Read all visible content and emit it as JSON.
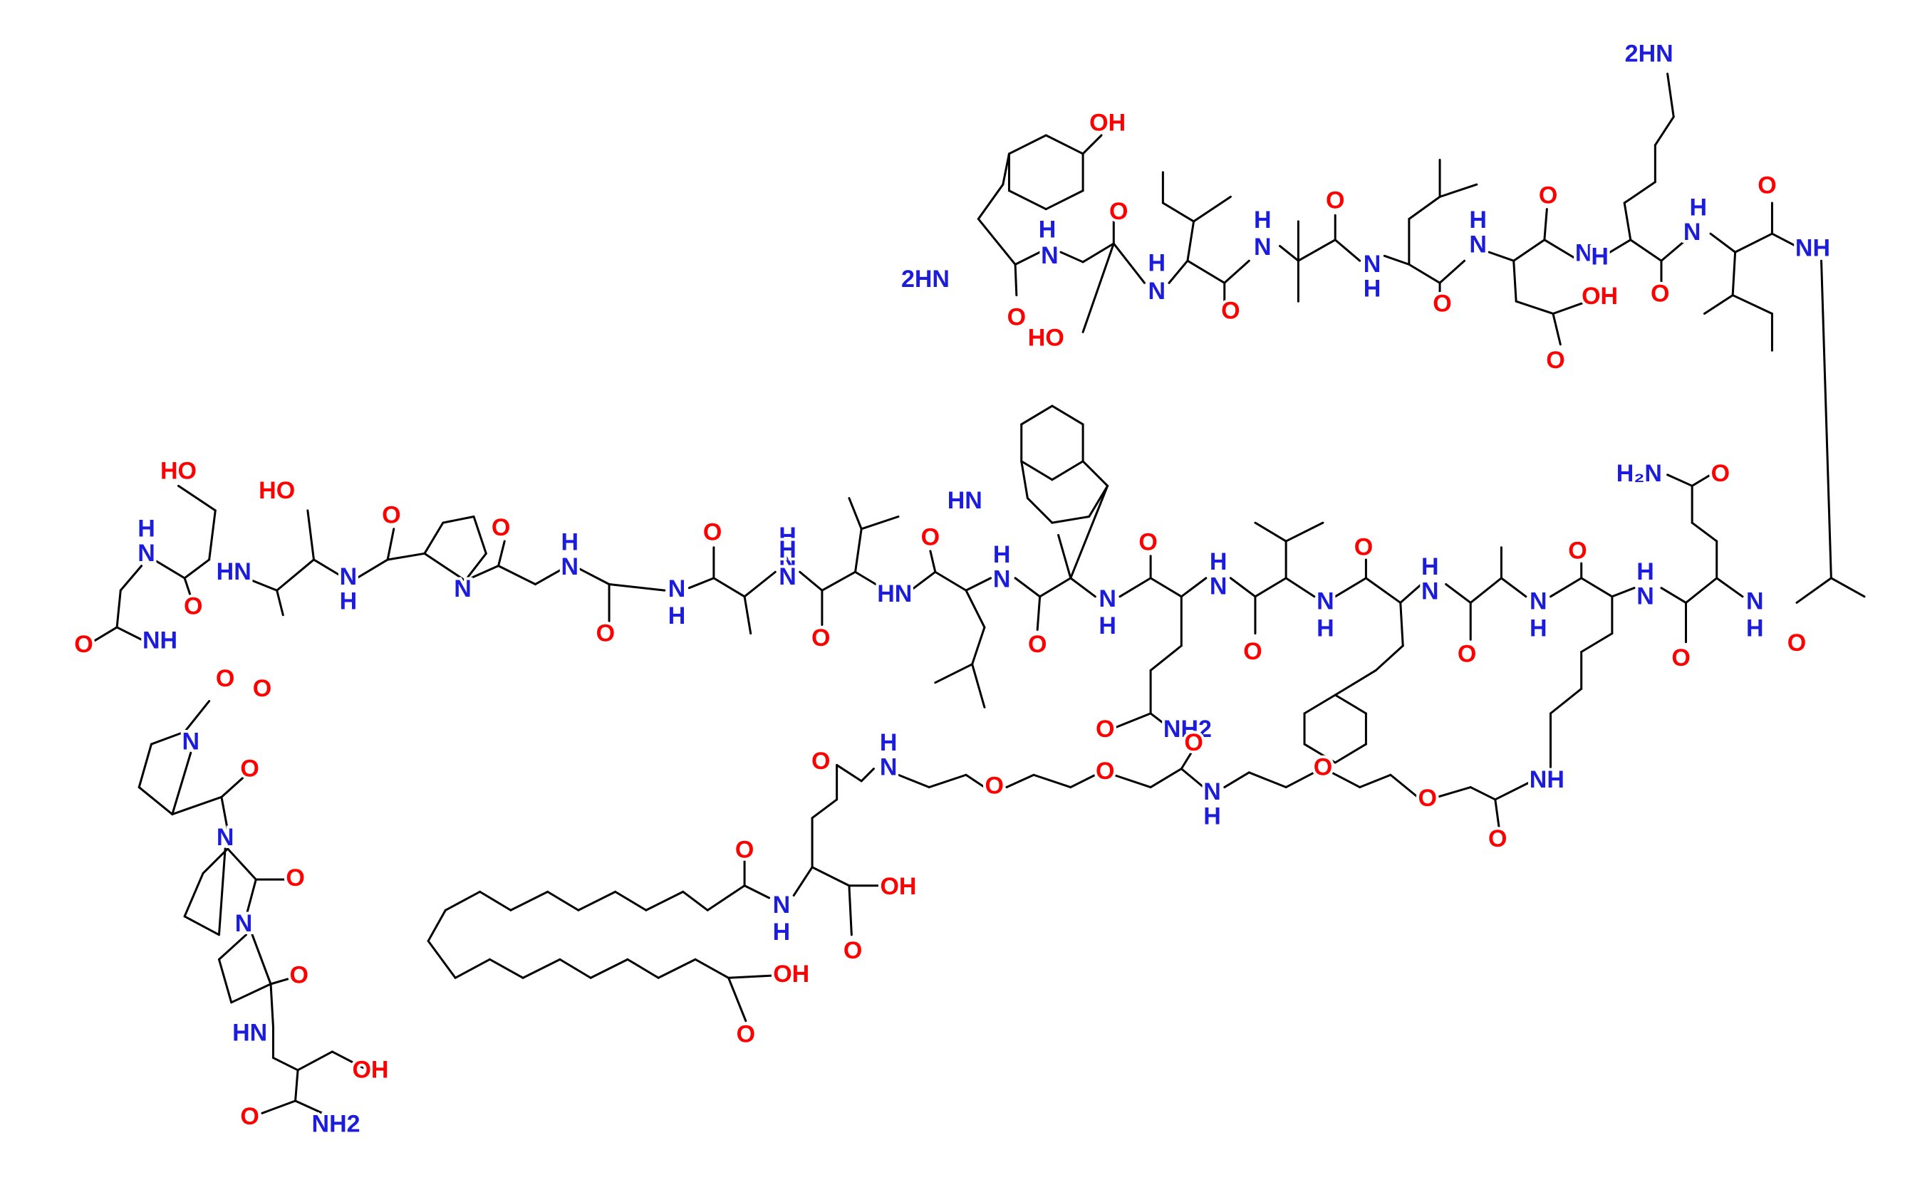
{
  "structure": {
    "colors": {
      "nitrogen": "#1c1cdc",
      "oxygen": "#ff0000",
      "carbon": "#000000"
    },
    "labels": [
      {
        "id": "oh_tyr",
        "text": "OH",
        "el": "O"
      },
      {
        "id": "nh2_lys",
        "text": "2HN",
        "el": "N"
      },
      {
        "id": "nh2_nterm",
        "text": "2HN",
        "el": "N"
      },
      {
        "id": "nh_ser1",
        "text": "H",
        "el": "N"
      },
      {
        "id": "n_ser1",
        "text": "N",
        "el": "N"
      },
      {
        "id": "o_ser1",
        "text": "O",
        "el": "O"
      },
      {
        "id": "ho_ser1",
        "text": "HO",
        "el": "O"
      },
      {
        "id": "o_tyr",
        "text": "O",
        "el": "O"
      },
      {
        "id": "o_ile1",
        "text": "O",
        "el": "O"
      },
      {
        "id": "n_ile1",
        "text": "N",
        "el": "N"
      },
      {
        "id": "h_ile1",
        "text": "H",
        "el": "N"
      },
      {
        "id": "o_ile1b",
        "text": "O",
        "el": "O"
      },
      {
        "id": "h_aib",
        "text": "H",
        "el": "N"
      },
      {
        "id": "n_aib",
        "text": "N",
        "el": "N"
      },
      {
        "id": "o_aib",
        "text": "O",
        "el": "O"
      },
      {
        "id": "h_leu1",
        "text": "H",
        "el": "N"
      },
      {
        "id": "n_leu1",
        "text": "N",
        "el": "N"
      },
      {
        "id": "o_leu1",
        "text": "O",
        "el": "O"
      },
      {
        "id": "h_asp",
        "text": "H",
        "el": "N"
      },
      {
        "id": "n_asp",
        "text": "N",
        "el": "N"
      },
      {
        "id": "o_asp",
        "text": "O",
        "el": "O"
      },
      {
        "id": "oh_asp",
        "text": "OH",
        "el": "O"
      },
      {
        "id": "o_asp2",
        "text": "O",
        "el": "O"
      },
      {
        "id": "n_lys1",
        "text": "N",
        "el": "N"
      },
      {
        "id": "h_lys1",
        "text": "H",
        "el": "N"
      },
      {
        "id": "o_lys1",
        "text": "O",
        "el": "O"
      },
      {
        "id": "h_ile2",
        "text": "H",
        "el": "N"
      },
      {
        "id": "n_ile2",
        "text": "N",
        "el": "N"
      },
      {
        "id": "o_ile2",
        "text": "O",
        "el": "O"
      },
      {
        "id": "nh_ile2",
        "text": "NH",
        "el": "N"
      },
      {
        "id": "hn_trp",
        "text": "HN",
        "el": "N"
      },
      {
        "id": "h2n_gln",
        "text": "H₂N",
        "el": "N"
      },
      {
        "id": "o_gln_side",
        "text": "O",
        "el": "O"
      },
      {
        "id": "ho_ser2",
        "text": "HO",
        "el": "O"
      },
      {
        "id": "ho_ser3",
        "text": "HO",
        "el": "O"
      },
      {
        "id": "o_ser3",
        "text": "O",
        "el": "O"
      },
      {
        "id": "o_pro1",
        "text": "O",
        "el": "O"
      },
      {
        "id": "h_gly1",
        "text": "H",
        "el": "N"
      },
      {
        "id": "n_gly1",
        "text": "N",
        "el": "N"
      },
      {
        "id": "h_ser2",
        "text": "H",
        "el": "N"
      },
      {
        "id": "n_ser2",
        "text": "N",
        "el": "N"
      },
      {
        "id": "h_ser3",
        "text": "H",
        "el": "N"
      },
      {
        "id": "n_ser3",
        "text": "N",
        "el": "N"
      },
      {
        "id": "n_pro1",
        "text": "N",
        "el": "N"
      },
      {
        "id": "hn_ser2",
        "text": "HN",
        "el": "N"
      },
      {
        "id": "o_ser2",
        "text": "O",
        "el": "O"
      },
      {
        "id": "o_gly_a",
        "text": "O",
        "el": "O"
      },
      {
        "id": "n_gly2",
        "text": "N",
        "el": "N"
      },
      {
        "id": "h_gly2",
        "text": "H",
        "el": "N"
      },
      {
        "id": "o_gly2",
        "text": "O",
        "el": "O"
      },
      {
        "id": "n_gly3",
        "text": "N",
        "el": "N"
      },
      {
        "id": "h_gly3",
        "text": "H",
        "el": "N"
      },
      {
        "id": "o_ala1",
        "text": "O",
        "el": "O"
      },
      {
        "id": "h_ala1",
        "text": "H",
        "el": "N"
      },
      {
        "id": "n_ala1",
        "text": "N",
        "el": "N"
      },
      {
        "id": "o_ile3",
        "text": "O",
        "el": "O"
      },
      {
        "id": "hn_ile3",
        "text": "HN",
        "el": "N"
      },
      {
        "id": "o_leu2",
        "text": "O",
        "el": "O"
      },
      {
        "id": "h_leu2",
        "text": "H",
        "el": "N"
      },
      {
        "id": "n_leu2",
        "text": "N",
        "el": "N"
      },
      {
        "id": "o_trp",
        "text": "O",
        "el": "O"
      },
      {
        "id": "n_trp",
        "text": "N",
        "el": "N"
      },
      {
        "id": "h_trp",
        "text": "H",
        "el": "N"
      },
      {
        "id": "o_gln1",
        "text": "O",
        "el": "O"
      },
      {
        "id": "h_gln1",
        "text": "H",
        "el": "N"
      },
      {
        "id": "n_gln1",
        "text": "N",
        "el": "N"
      },
      {
        "id": "o_val",
        "text": "O",
        "el": "O"
      },
      {
        "id": "n_val",
        "text": "N",
        "el": "N"
      },
      {
        "id": "h_val",
        "text": "H",
        "el": "N"
      },
      {
        "id": "o_phe",
        "text": "O",
        "el": "O"
      },
      {
        "id": "h_phe",
        "text": "H",
        "el": "N"
      },
      {
        "id": "n_phe",
        "text": "N",
        "el": "N"
      },
      {
        "id": "o_ala2",
        "text": "O",
        "el": "O"
      },
      {
        "id": "n_ala2",
        "text": "N",
        "el": "N"
      },
      {
        "id": "h_ala2",
        "text": "H",
        "el": "N"
      },
      {
        "id": "o_lys2",
        "text": "O",
        "el": "O"
      },
      {
        "id": "h_lys2",
        "text": "H",
        "el": "N"
      },
      {
        "id": "n_lys2",
        "text": "N",
        "el": "N"
      },
      {
        "id": "o_gln2",
        "text": "O",
        "el": "O"
      },
      {
        "id": "n_gln2",
        "text": "N",
        "el": "N"
      },
      {
        "id": "h_gln2",
        "text": "H",
        "el": "N"
      },
      {
        "id": "o_ala3",
        "text": "O",
        "el": "O"
      },
      {
        "id": "o_gly_b",
        "text": "O",
        "el": "O"
      },
      {
        "id": "nh_ala_g",
        "text": "NH",
        "el": "N"
      },
      {
        "id": "o_ala_g",
        "text": "O",
        "el": "O"
      },
      {
        "id": "n_pro2",
        "text": "N",
        "el": "N"
      },
      {
        "id": "o_pro2",
        "text": "O",
        "el": "O"
      },
      {
        "id": "n_pro3",
        "text": "N",
        "el": "N"
      },
      {
        "id": "o_pro3",
        "text": "O",
        "el": "O"
      },
      {
        "id": "n_pro4",
        "text": "N",
        "el": "N"
      },
      {
        "id": "o_pro4",
        "text": "O",
        "el": "O"
      },
      {
        "id": "hn_ser4",
        "text": "HN",
        "el": "N"
      },
      {
        "id": "oh_ser4",
        "text": "OH",
        "el": "O"
      },
      {
        "id": "o_ser4",
        "text": "O",
        "el": "O"
      },
      {
        "id": "nh2_cterm",
        "text": "NH2",
        "el": "N"
      },
      {
        "id": "nh2_gln1",
        "text": "NH2",
        "el": "N"
      },
      {
        "id": "o_gln1_side",
        "text": "O",
        "el": "O"
      },
      {
        "id": "o_glu_side",
        "text": "O",
        "el": "O"
      },
      {
        "id": "h_linker1",
        "text": "H",
        "el": "N"
      },
      {
        "id": "n_linker1",
        "text": "N",
        "el": "N"
      },
      {
        "id": "o_peg1",
        "text": "O",
        "el": "O"
      },
      {
        "id": "o_peg2",
        "text": "O",
        "el": "O"
      },
      {
        "id": "o_link_co",
        "text": "O",
        "el": "O"
      },
      {
        "id": "n_linker2",
        "text": "N",
        "el": "N"
      },
      {
        "id": "h_linker2",
        "text": "H",
        "el": "N"
      },
      {
        "id": "o_peg3",
        "text": "O",
        "el": "O"
      },
      {
        "id": "o_peg4",
        "text": "O",
        "el": "O"
      },
      {
        "id": "nh_lys_link",
        "text": "NH",
        "el": "N"
      },
      {
        "id": "o_link_co2",
        "text": "O",
        "el": "O"
      },
      {
        "id": "o_fa_co",
        "text": "O",
        "el": "O"
      },
      {
        "id": "n_glu",
        "text": "N",
        "el": "N"
      },
      {
        "id": "h_glu",
        "text": "H",
        "el": "N"
      },
      {
        "id": "oh_glu",
        "text": "OH",
        "el": "O"
      },
      {
        "id": "o_glu",
        "text": "O",
        "el": "O"
      },
      {
        "id": "oh_fa",
        "text": "OH",
        "el": "O"
      },
      {
        "id": "o_fa",
        "text": "O",
        "el": "O"
      }
    ]
  }
}
